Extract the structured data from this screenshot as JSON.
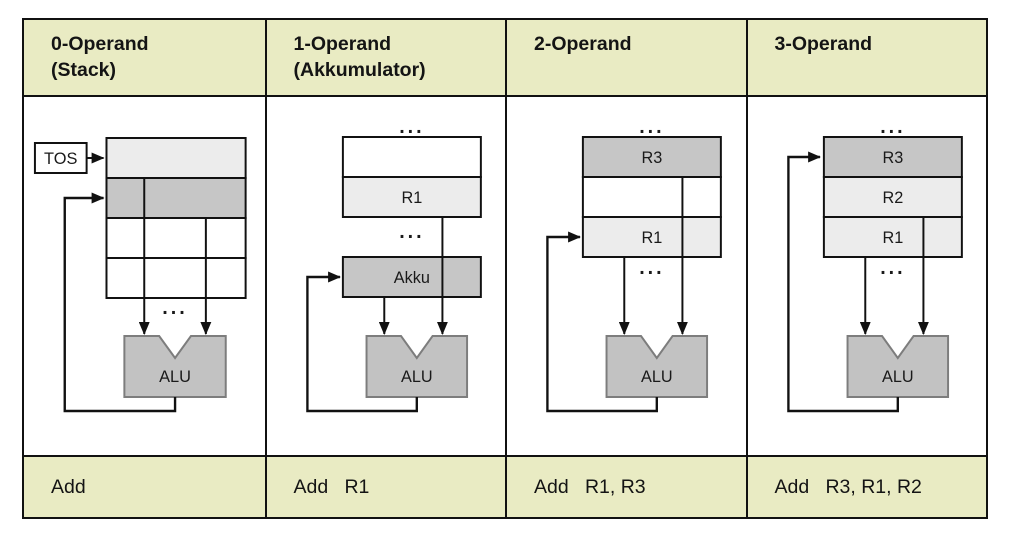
{
  "colors": {
    "band_bg": "#e9ebc3",
    "row_light_gray": "#ececec",
    "row_medium_gray": "#c6c6c6",
    "alu_fill": "#c2c2c2",
    "alu_border": "#7d7d7d",
    "line_black": "#111111"
  },
  "columns": [
    {
      "header_line1": "0-Operand",
      "header_line2": "(Stack)",
      "tos_label": "TOS",
      "dots_bottom": "...",
      "alu_label": "ALU",
      "instruction": "Add"
    },
    {
      "header_line1": "1-Operand",
      "header_line2": "(Akkumulator)",
      "dots_top": "...",
      "reg_bottom_label": "R1",
      "dots_bottom": "...",
      "akku_label": "Akku",
      "alu_label": "ALU",
      "instruction": "Add   R1"
    },
    {
      "header_line1": "2-Operand",
      "header_line2": "",
      "dots_top": "...",
      "reg_top_label": "R3",
      "reg_bottom_label": "R1",
      "dots_bottom": "...",
      "alu_label": "ALU",
      "instruction": "Add   R1, R3"
    },
    {
      "header_line1": "3-Operand",
      "header_line2": "",
      "dots_top": "...",
      "reg_top_label": "R3",
      "reg_mid_label": "R2",
      "reg_bottom_label": "R1",
      "dots_bottom": "...",
      "alu_label": "ALU",
      "instruction": "Add   R3, R1, R2"
    }
  ]
}
